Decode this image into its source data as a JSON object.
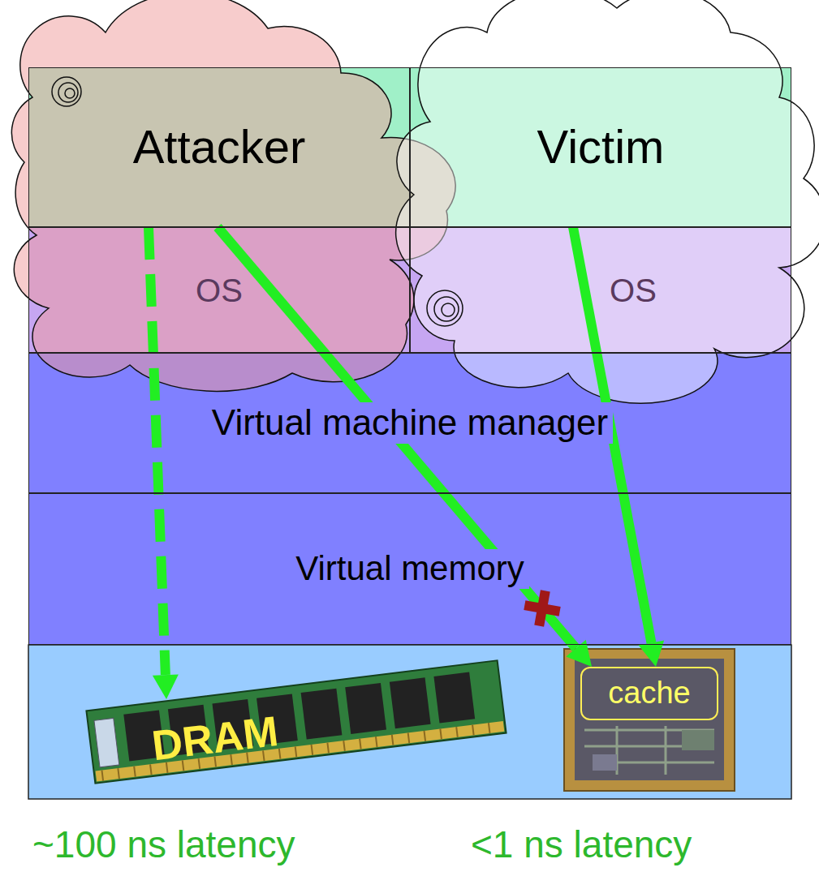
{
  "diagram": {
    "nodes": [
      {
        "text": [
          "Attacker"
        ]
      },
      {
        "text": [
          "Victim"
        ]
      },
      {
        "text": [
          "OS"
        ]
      },
      {
        "text": [
          "OS"
        ]
      },
      {
        "text": [
          "Virtual machine manager"
        ]
      },
      {
        "text": [
          "Virtual memory"
        ]
      },
      {
        "text": [
          "DRAM"
        ]
      },
      {
        "text": [
          "cache"
        ]
      }
    ],
    "edges": [
      {
        "from": 0,
        "to": 6,
        "arrow": "to"
      },
      {
        "from": 0,
        "to": 7,
        "arrow": "to"
      },
      {
        "from": 1,
        "to": 7,
        "arrow": "to"
      }
    ],
    "labels": [
      "~100 ns latency",
      "<1 ns latency"
    ]
  }
}
